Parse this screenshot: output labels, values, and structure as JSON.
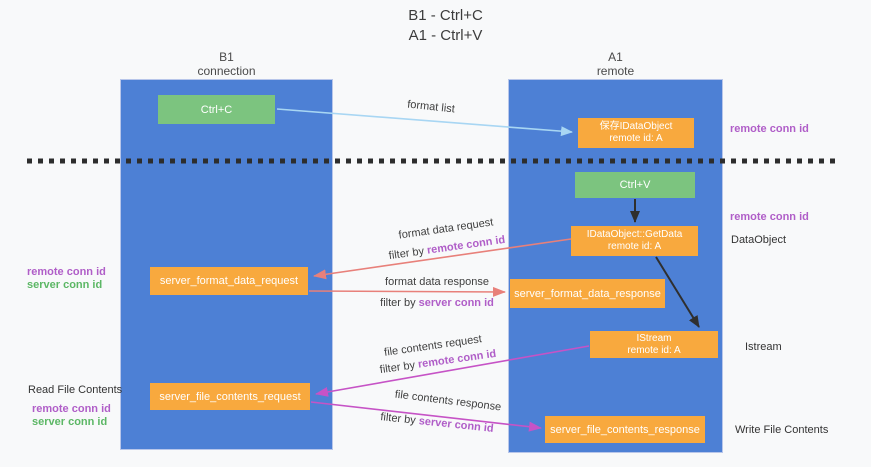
{
  "title": {
    "line1": "B1 - Ctrl+C",
    "line2": "A1 - Ctrl+V"
  },
  "lanes": {
    "b1": {
      "name": "B1",
      "subtitle": "connection"
    },
    "a1": {
      "name": "A1",
      "subtitle": "remote"
    }
  },
  "nodes": {
    "ctrl_c": {
      "label": "Ctrl+C"
    },
    "save_idataobject": {
      "line1": "保存IDataObject",
      "line2": "remote id: A"
    },
    "ctrl_v": {
      "label": "Ctrl+V"
    },
    "getdata": {
      "line1": "IDataObject::GetData",
      "line2": "remote id: A"
    },
    "server_format_data_request": {
      "label": "server_format_data_request"
    },
    "server_format_data_response": {
      "label": "server_format_data_response"
    },
    "istream": {
      "line1": "IStream",
      "line2": "remote id: A"
    },
    "server_file_contents_request": {
      "label": "server_file_contents_request"
    },
    "server_file_contents_response": {
      "label": "server_file_contents_response"
    }
  },
  "annotations": {
    "remote_conn_id": "remote conn id",
    "server_conn_id": "server conn id",
    "dataobject": "DataObject",
    "istream": "Istream",
    "read_file_contents": "Read File Contents",
    "write_file_contents": "Write File Contents"
  },
  "flows": {
    "format_list": "format list",
    "format_data_request": "format data request",
    "format_data_response": "format data response",
    "file_contents_request": "file contents request",
    "file_contents_response": "file contents response",
    "filter_by": "filter by "
  },
  "colors": {
    "lane_blue": "#4d80d5",
    "node_green": "#7cc47f",
    "node_orange": "#f8a93e",
    "arrow_lightblue": "#a8d6f3",
    "arrow_red": "#e8807a",
    "arrow_magenta": "#c653c6",
    "arrow_black": "#2f2f2f",
    "label_purple": "#b05ec8",
    "label_green": "#5cb765"
  }
}
